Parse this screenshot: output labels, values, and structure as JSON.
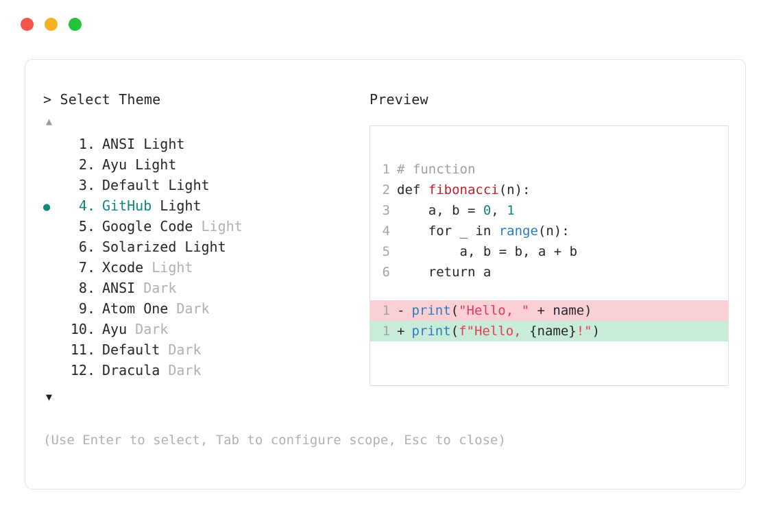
{
  "window": {
    "traffic_lights": [
      {
        "name": "close",
        "color": "#f4554d"
      },
      {
        "name": "minimize",
        "color": "#f5b324"
      },
      {
        "name": "maximize",
        "color": "#27c23c"
      }
    ]
  },
  "left": {
    "header": "> Select Theme",
    "scroll_up_icon": "▲",
    "scroll_down_icon": "▼",
    "selected_bullet": "●",
    "selected_index": 4,
    "accent_color": "#12857c",
    "items": [
      {
        "num": "1.",
        "name": "ANSI",
        "mode": "Light",
        "mode_dim": false,
        "selected": false
      },
      {
        "num": "2.",
        "name": "Ayu",
        "mode": "Light",
        "mode_dim": false,
        "selected": false
      },
      {
        "num": "3.",
        "name": "Default",
        "mode": "Light",
        "mode_dim": false,
        "selected": false
      },
      {
        "num": "4.",
        "name": "GitHub",
        "mode": "Light",
        "mode_dim": false,
        "selected": true
      },
      {
        "num": "5.",
        "name": "Google Code",
        "mode": "Light",
        "mode_dim": true,
        "selected": false
      },
      {
        "num": "6.",
        "name": "Solarized",
        "mode": "Light",
        "mode_dim": false,
        "selected": false
      },
      {
        "num": "7.",
        "name": "Xcode",
        "mode": "Light",
        "mode_dim": true,
        "selected": false
      },
      {
        "num": "8.",
        "name": "ANSI",
        "mode": "Dark",
        "mode_dim": true,
        "selected": false
      },
      {
        "num": "9.",
        "name": "Atom One",
        "mode": "Dark",
        "mode_dim": true,
        "selected": false
      },
      {
        "num": "10.",
        "name": "Ayu",
        "mode": "Dark",
        "mode_dim": true,
        "selected": false
      },
      {
        "num": "11.",
        "name": "Default",
        "mode": "Dark",
        "mode_dim": true,
        "selected": false
      },
      {
        "num": "12.",
        "name": "Dracula",
        "mode": "Dark",
        "mode_dim": true,
        "selected": false
      }
    ]
  },
  "right": {
    "header": "Preview",
    "code_lines": [
      {
        "ln": "1",
        "tokens": [
          {
            "t": "# function",
            "c": "tok-comment"
          }
        ]
      },
      {
        "ln": "2",
        "tokens": [
          {
            "t": "def ",
            "c": "tok-plain"
          },
          {
            "t": "fibonacci",
            "c": "tok-func"
          },
          {
            "t": "(n):",
            "c": "tok-plain"
          }
        ]
      },
      {
        "ln": "3",
        "tokens": [
          {
            "t": "    a, b = ",
            "c": "tok-plain"
          },
          {
            "t": "0",
            "c": "tok-num"
          },
          {
            "t": ", ",
            "c": "tok-plain"
          },
          {
            "t": "1",
            "c": "tok-num"
          }
        ]
      },
      {
        "ln": "4",
        "tokens": [
          {
            "t": "    for _ in ",
            "c": "tok-plain"
          },
          {
            "t": "range",
            "c": "tok-builtin"
          },
          {
            "t": "(n):",
            "c": "tok-plain"
          }
        ]
      },
      {
        "ln": "5",
        "tokens": [
          {
            "t": "        a, b = b, a + b",
            "c": "tok-plain"
          }
        ]
      },
      {
        "ln": "6",
        "tokens": [
          {
            "t": "    return a",
            "c": "tok-plain"
          }
        ]
      }
    ],
    "diff_lines": [
      {
        "kind": "minus",
        "ln": "1",
        "sign": "-",
        "tokens": [
          {
            "t": "print",
            "c": "tok-builtin"
          },
          {
            "t": "(",
            "c": "tok-plain"
          },
          {
            "t": "\"Hello, \"",
            "c": "tok-str"
          },
          {
            "t": " + name)",
            "c": "tok-plain"
          }
        ]
      },
      {
        "kind": "plus",
        "ln": "1",
        "sign": "+",
        "tokens": [
          {
            "t": "print",
            "c": "tok-builtin"
          },
          {
            "t": "(",
            "c": "tok-plain"
          },
          {
            "t": "f\"Hello, ",
            "c": "tok-str"
          },
          {
            "t": "{name}",
            "c": "tok-plain"
          },
          {
            "t": "!\"",
            "c": "tok-str"
          },
          {
            "t": ")",
            "c": "tok-plain"
          }
        ]
      }
    ]
  },
  "footer": {
    "hint": "(Use Enter to select, Tab to configure scope, Esc to close)"
  }
}
